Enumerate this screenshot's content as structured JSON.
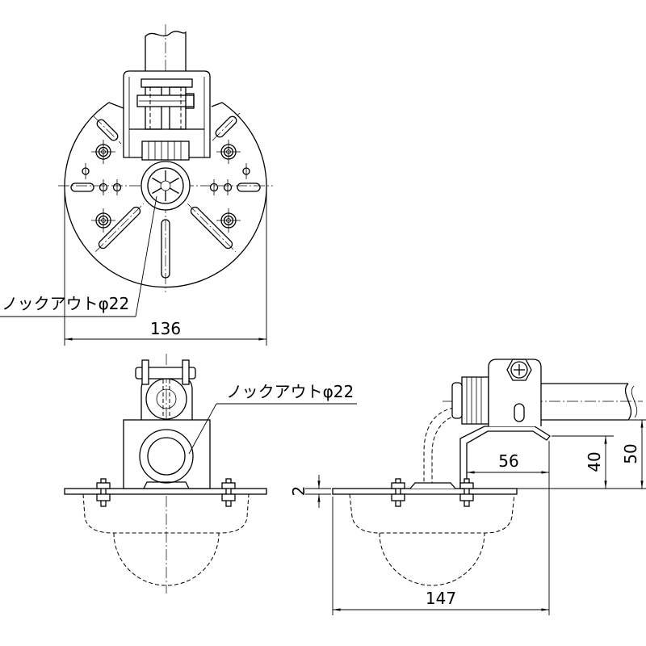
{
  "annotations": {
    "knockout_plan": "ノックアウトφ22",
    "knockout_front": "ノックアウトφ22"
  },
  "dimensions": {
    "plate_diameter": "136",
    "plate_thickness": "2",
    "bracket_offset": "56",
    "bracket_height": "40",
    "pipe_height": "50",
    "overall_length": "147"
  },
  "colors": {
    "line": "#000000",
    "background": "#ffffff"
  }
}
